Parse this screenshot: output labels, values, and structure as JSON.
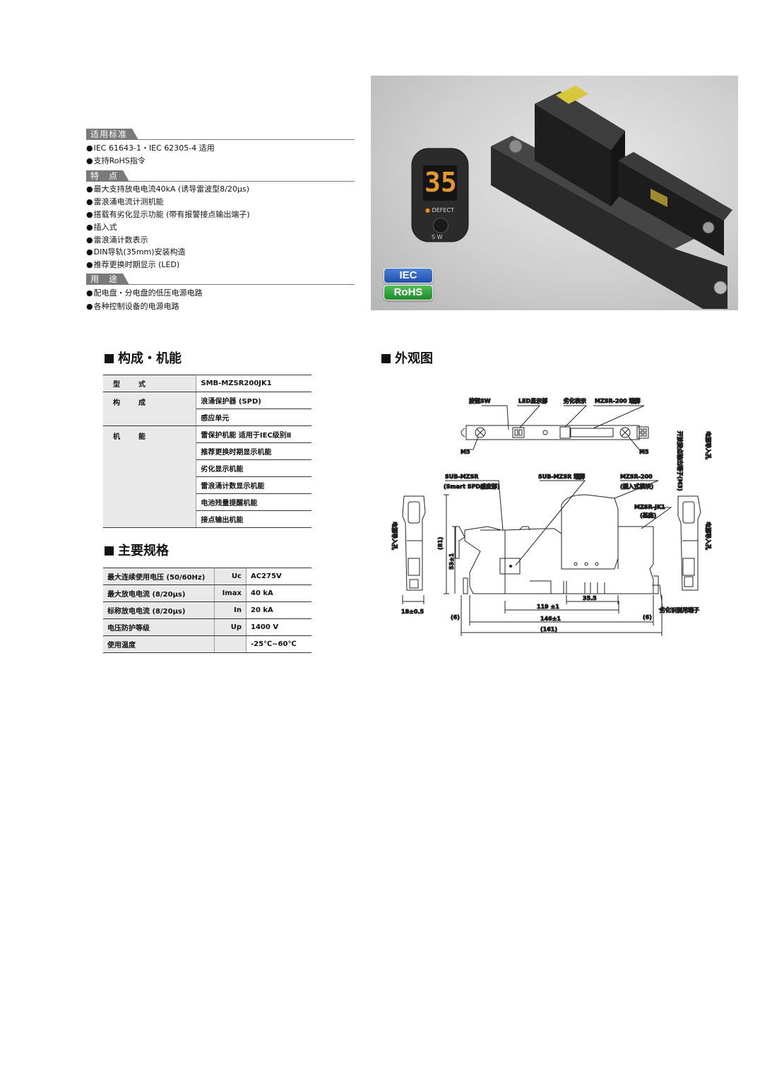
{
  "sections": [
    {
      "title": "适用标准",
      "items": [
        "IEC 61643-1・IEC 62305-4 适用",
        "支持RoHS指令"
      ]
    },
    {
      "title": "特　点",
      "items": [
        "最大支持放电电流40kA (诱导雷波型8/20μs)",
        "雷浪涌电流计测机能",
        "搭载有劣化显示功能 (带有报警接点输出端子)",
        "插入式",
        "雷浪涌计数表示",
        "DIN导轨(35mm)安装构造",
        "推荐更换时期显示 (LED)"
      ]
    },
    {
      "title": "用　途",
      "items": [
        "配电盘・分电盘的低压电源电路",
        "各种控制设备的电源电路"
      ]
    }
  ],
  "photo": {
    "display_digits": "35",
    "defect_label": "DEFECT",
    "sw_label": "S W",
    "badges": [
      "IEC",
      "RoHS"
    ]
  },
  "config": {
    "title": "构成・机能",
    "rows": [
      {
        "label": "型　式",
        "values": [
          "SMB-MZSR200JK1"
        ]
      },
      {
        "label": "构　成",
        "values": [
          "浪涌保护器 (SPD)",
          "感应单元"
        ]
      },
      {
        "label": "机　能",
        "values": [
          "雷保护机能 适用于IEC级别Ⅱ",
          "推荐更换时期显示机能",
          "劣化显示机能",
          "雷浪涌计数显示机能",
          "电池残量提醒机能",
          "接点输出机能"
        ]
      }
    ]
  },
  "specs": {
    "title": "主要规格",
    "rows": [
      {
        "label": "最大连续使用电压 (50/60Hz)",
        "symbol": "Uc",
        "value": "AC275V"
      },
      {
        "label": "最大放电电流 (8/20μs)",
        "symbol": "Imax",
        "value": "40 kA"
      },
      {
        "label": "标称放电电流 (8/20μs)",
        "symbol": "In",
        "value": "20 kA"
      },
      {
        "label": "电压防护等级",
        "symbol": "Up",
        "value": "1400 V"
      },
      {
        "label": "使用温度",
        "symbol": "",
        "value": "-25℃~60℃"
      }
    ]
  },
  "appearance": {
    "title": "外观图",
    "labels": {
      "sw": "按钮SW",
      "led": "LED显示部",
      "deg": "劣化表示",
      "mzsr_base": "MZSR-200 端脚",
      "m5_left": "M5",
      "m5_right": "M5",
      "sub_mzsr": "SUB-MZSR",
      "smart_spd": "(Smart SPD感应部)",
      "sub_mzsr_base": "SUB-MZSR 端脚",
      "mzsr200": "MZSR-200",
      "plug": "(插入式模块)",
      "mzsr_jk1": "MZSR-JK1",
      "base": "(基座)",
      "wire_in_left": "电源导入孔",
      "wire_in_right": "电源导入孔",
      "wire_in_top": "电源导入孔",
      "top_note": "开放接点输出端子(M3)",
      "dim_81": "(81)",
      "dim_53": "53±1",
      "dim_355": "35.5",
      "dim_119": "119 ±1",
      "dim_146": "146±1",
      "dim_161": "(161)",
      "dim_6l": "(6)",
      "dim_6r": "(6)",
      "dim_18": "18±0.5",
      "terminal": "劣化识别用端子"
    }
  }
}
